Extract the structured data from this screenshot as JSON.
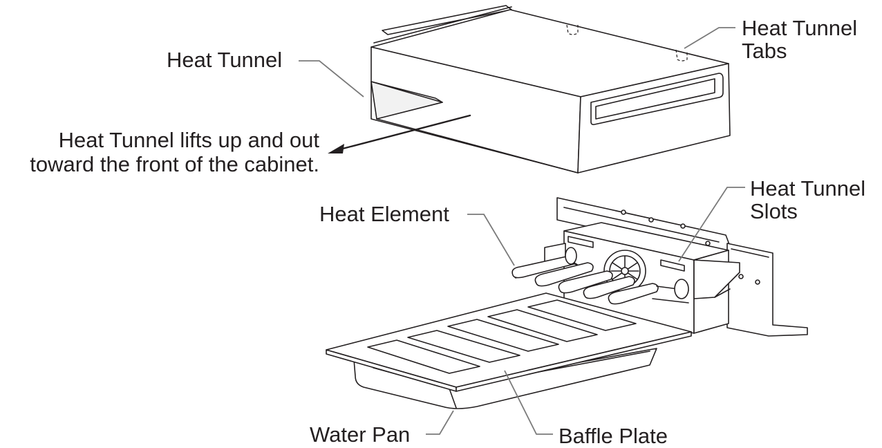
{
  "labels": {
    "heat_tunnel": "Heat Tunnel",
    "heat_tunnel_tabs_line1": "Heat Tunnel",
    "heat_tunnel_tabs_line2": "Tabs",
    "lift_note_line1": "Heat Tunnel lifts up and out",
    "lift_note_line2": "toward the front of the cabinet.",
    "heat_tunnel_slots_line1": "Heat Tunnel",
    "heat_tunnel_slots_line2": "Slots",
    "heat_element": "Heat Element",
    "water_pan": "Water Pan",
    "baffle_plate": "Baffle Plate"
  }
}
